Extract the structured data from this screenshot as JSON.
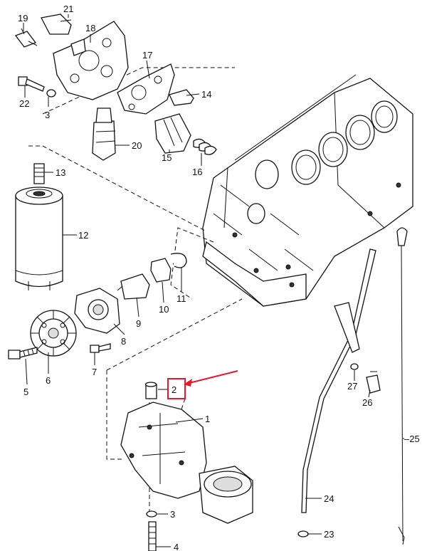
{
  "callouts": [
    {
      "id": "c1",
      "text": "1"
    },
    {
      "id": "c2",
      "text": "2"
    },
    {
      "id": "c3a",
      "text": "3"
    },
    {
      "id": "c3b",
      "text": "3"
    },
    {
      "id": "c4",
      "text": "4"
    },
    {
      "id": "c5",
      "text": "5"
    },
    {
      "id": "c6",
      "text": "6"
    },
    {
      "id": "c7",
      "text": "7"
    },
    {
      "id": "c8",
      "text": "8"
    },
    {
      "id": "c9",
      "text": "9"
    },
    {
      "id": "c10",
      "text": "10"
    },
    {
      "id": "c11",
      "text": "11"
    },
    {
      "id": "c12",
      "text": "12"
    },
    {
      "id": "c13",
      "text": "13"
    },
    {
      "id": "c14",
      "text": "14"
    },
    {
      "id": "c15",
      "text": "15"
    },
    {
      "id": "c16",
      "text": "16"
    },
    {
      "id": "c17",
      "text": "17"
    },
    {
      "id": "c18",
      "text": "18"
    },
    {
      "id": "c19",
      "text": "19"
    },
    {
      "id": "c20",
      "text": "20"
    },
    {
      "id": "c21",
      "text": "21"
    },
    {
      "id": "c22",
      "text": "22"
    },
    {
      "id": "c23",
      "text": "23"
    },
    {
      "id": "c24",
      "text": "24"
    },
    {
      "id": "c25",
      "text": "–25"
    },
    {
      "id": "c26",
      "text": "26"
    },
    {
      "id": "c27",
      "text": "27"
    }
  ],
  "highlight": {
    "callout": "c2",
    "box_color": "#e8182c",
    "arrow_color": "#e8182c"
  }
}
